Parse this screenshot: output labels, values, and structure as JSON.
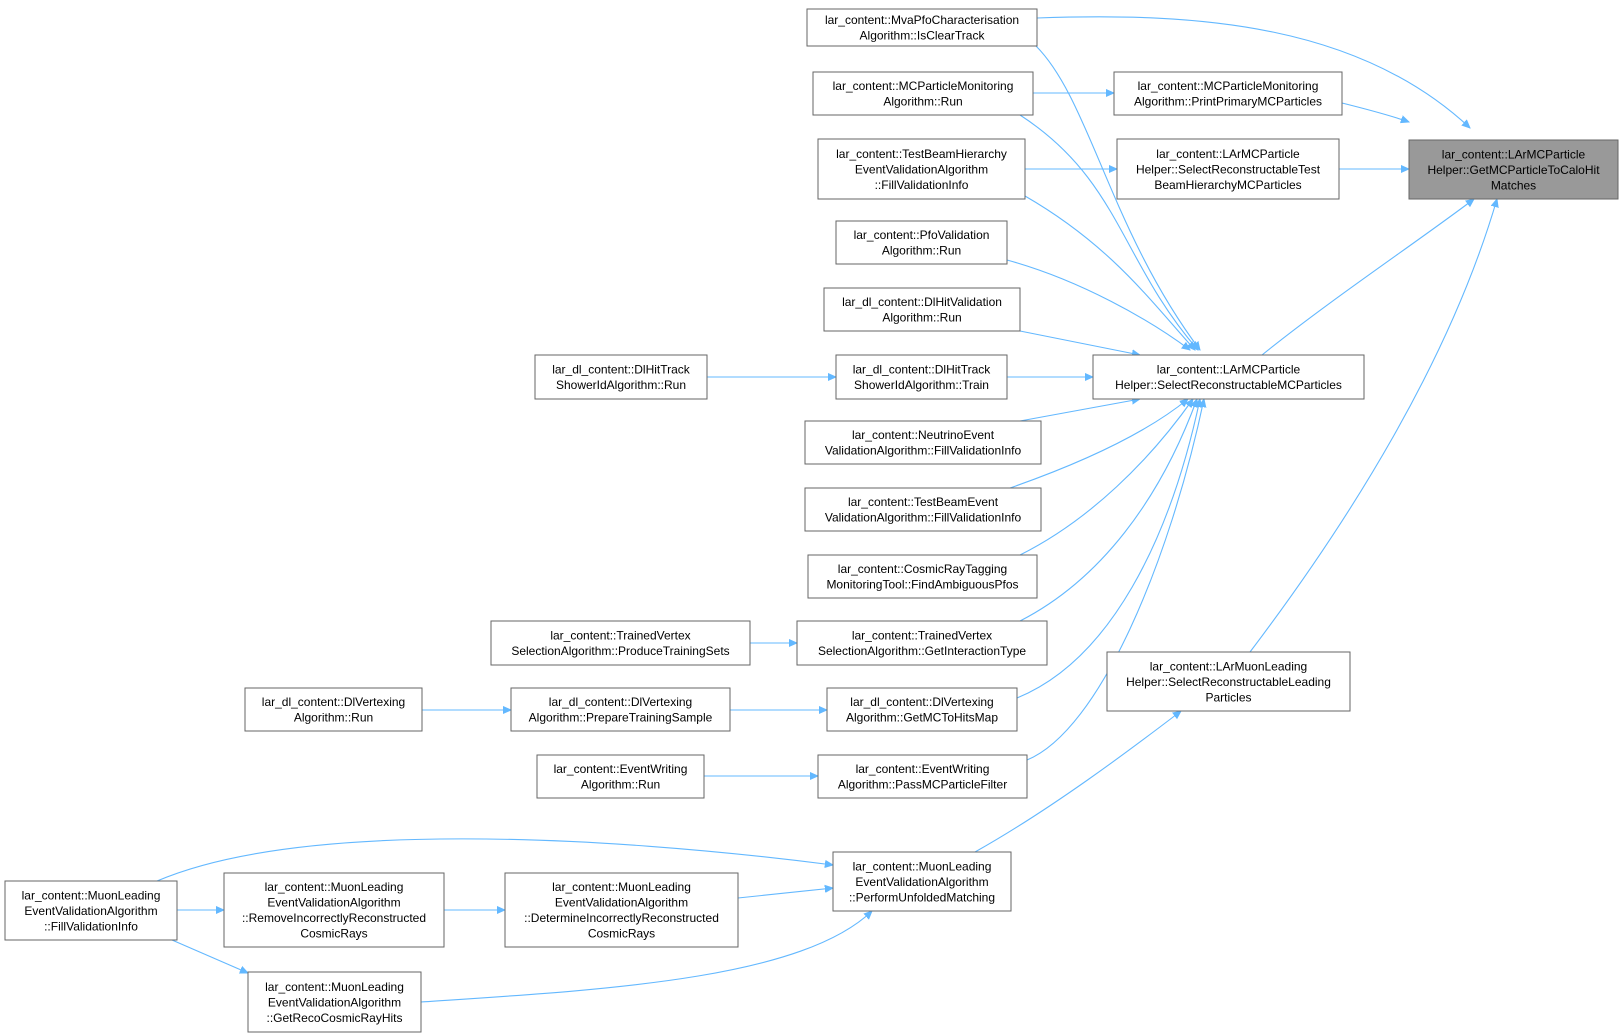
{
  "graph": {
    "nodes": [
      {
        "id": "target",
        "lines": [
          "lar_content::LArMCParticle",
          "Helper::GetMCParticleToCaloHit",
          "Matches"
        ],
        "focus": true
      },
      {
        "id": "mva",
        "lines": [
          "lar_content::MvaPfoCharacterisation",
          "Algorithm::IsClearTrack"
        ]
      },
      {
        "id": "mcpm_print",
        "lines": [
          "lar_content::MCParticleMonitoring",
          "Algorithm::PrintPrimaryMCParticles"
        ]
      },
      {
        "id": "mcpm_run",
        "lines": [
          "lar_content::MCParticleMonitoring",
          "Algorithm::Run"
        ]
      },
      {
        "id": "srtb",
        "lines": [
          "lar_content::LArMCParticle",
          "Helper::SelectReconstructableTest",
          "BeamHierarchyMCParticles"
        ]
      },
      {
        "id": "tbh_fill",
        "lines": [
          "lar_content::TestBeamHierarchy",
          "EventValidationAlgorithm",
          "::FillValidationInfo"
        ]
      },
      {
        "id": "pfo_run",
        "lines": [
          "lar_content::PfoValidation",
          "Algorithm::Run"
        ]
      },
      {
        "id": "dlhit_run",
        "lines": [
          "lar_dl_content::DlHitValidation",
          "Algorithm::Run"
        ]
      },
      {
        "id": "srmc",
        "lines": [
          "lar_content::LArMCParticle",
          "Helper::SelectReconstructableMCParticles"
        ]
      },
      {
        "id": "dltrack_train",
        "lines": [
          "lar_dl_content::DlHitTrack",
          "ShowerIdAlgorithm::Train"
        ]
      },
      {
        "id": "dltrack_run",
        "lines": [
          "lar_dl_content::DlHitTrack",
          "ShowerIdAlgorithm::Run"
        ]
      },
      {
        "id": "nu_fill",
        "lines": [
          "lar_content::NeutrinoEvent",
          "ValidationAlgorithm::FillValidationInfo"
        ]
      },
      {
        "id": "tbe_fill",
        "lines": [
          "lar_content::TestBeamEvent",
          "ValidationAlgorithm::FillValidationInfo"
        ]
      },
      {
        "id": "crt_find",
        "lines": [
          "lar_content::CosmicRayTagging",
          "MonitoringTool::FindAmbiguousPfos"
        ]
      },
      {
        "id": "tv_get",
        "lines": [
          "lar_content::TrainedVertex",
          "SelectionAlgorithm::GetInteractionType"
        ]
      },
      {
        "id": "tv_prod",
        "lines": [
          "lar_content::TrainedVertex",
          "SelectionAlgorithm::ProduceTrainingSets"
        ]
      },
      {
        "id": "muon_sel",
        "lines": [
          "lar_content::LArMuonLeading",
          "Helper::SelectReconstructableLeading",
          "Particles"
        ]
      },
      {
        "id": "dlv_getmc",
        "lines": [
          "lar_dl_content::DlVertexing",
          "Algorithm::GetMCToHitsMap"
        ]
      },
      {
        "id": "dlv_prep",
        "lines": [
          "lar_dl_content::DlVertexing",
          "Algorithm::PrepareTrainingSample"
        ]
      },
      {
        "id": "dlv_run",
        "lines": [
          "lar_dl_content::DlVertexing",
          "Algorithm::Run"
        ]
      },
      {
        "id": "ew_pass",
        "lines": [
          "lar_content::EventWriting",
          "Algorithm::PassMCParticleFilter"
        ]
      },
      {
        "id": "ew_run",
        "lines": [
          "lar_content::EventWriting",
          "Algorithm::Run"
        ]
      },
      {
        "id": "ml_perform",
        "lines": [
          "lar_content::MuonLeading",
          "EventValidationAlgorithm",
          "::PerformUnfoldedMatching"
        ]
      },
      {
        "id": "ml_fill",
        "lines": [
          "lar_content::MuonLeading",
          "EventValidationAlgorithm",
          "::FillValidationInfo"
        ]
      },
      {
        "id": "ml_remove",
        "lines": [
          "lar_content::MuonLeading",
          "EventValidationAlgorithm",
          "::RemoveIncorrectlyReconstructed",
          "CosmicRays"
        ]
      },
      {
        "id": "ml_determine",
        "lines": [
          "lar_content::MuonLeading",
          "EventValidationAlgorithm",
          "::DetermineIncorrectlyReconstructed",
          "CosmicRays"
        ]
      },
      {
        "id": "ml_getreco",
        "lines": [
          "lar_content::MuonLeading",
          "EventValidationAlgorithm",
          "::GetRecoCosmicRayHits"
        ]
      }
    ],
    "edges": [
      {
        "from": "mva",
        "to": "target"
      },
      {
        "from": "mcpm_print",
        "to": "target"
      },
      {
        "from": "srtb",
        "to": "target"
      },
      {
        "from": "srmc",
        "to": "target"
      },
      {
        "from": "muon_sel",
        "to": "target"
      },
      {
        "from": "mcpm_run",
        "to": "mcpm_print"
      },
      {
        "from": "tbh_fill",
        "to": "srtb"
      },
      {
        "from": "mva",
        "to": "srmc"
      },
      {
        "from": "mcpm_run",
        "to": "srmc"
      },
      {
        "from": "tbh_fill",
        "to": "srmc"
      },
      {
        "from": "pfo_run",
        "to": "srmc"
      },
      {
        "from": "dlhit_run",
        "to": "srmc"
      },
      {
        "from": "dltrack_train",
        "to": "srmc"
      },
      {
        "from": "nu_fill",
        "to": "srmc"
      },
      {
        "from": "tbe_fill",
        "to": "srmc"
      },
      {
        "from": "crt_find",
        "to": "srmc"
      },
      {
        "from": "tv_get",
        "to": "srmc"
      },
      {
        "from": "dlv_getmc",
        "to": "srmc"
      },
      {
        "from": "ew_pass",
        "to": "srmc"
      },
      {
        "from": "dltrack_run",
        "to": "dltrack_train"
      },
      {
        "from": "tv_prod",
        "to": "tv_get"
      },
      {
        "from": "dlv_run",
        "to": "dlv_prep"
      },
      {
        "from": "dlv_prep",
        "to": "dlv_getmc"
      },
      {
        "from": "ew_run",
        "to": "ew_pass"
      },
      {
        "from": "ml_perform",
        "to": "muon_sel"
      },
      {
        "from": "ml_fill",
        "to": "ml_perform"
      },
      {
        "from": "ml_fill",
        "to": "ml_remove"
      },
      {
        "from": "ml_fill",
        "to": "ml_getreco"
      },
      {
        "from": "ml_remove",
        "to": "ml_determine"
      },
      {
        "from": "ml_determine",
        "to": "ml_perform"
      },
      {
        "from": "ml_getreco",
        "to": "ml_perform"
      }
    ]
  },
  "colors": {
    "edge": "#63b8ff",
    "node_border": "#666666",
    "focus_fill": "#999999",
    "node_fill": "#ffffff"
  }
}
